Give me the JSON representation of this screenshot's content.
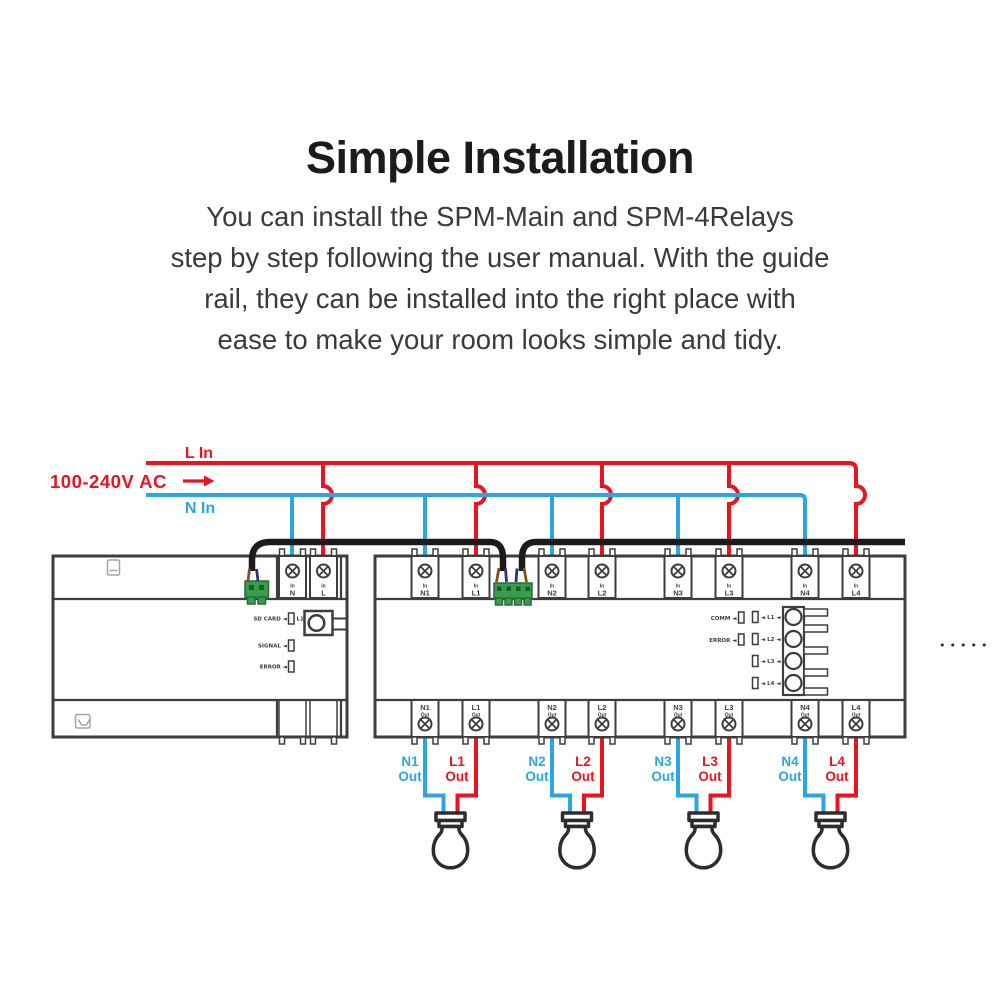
{
  "title": "Simple Installation",
  "subtitle_lines": [
    "You can install the SPM-Main and SPM-4Relays",
    "step by step following the user manual. With the guide",
    "rail, they can be installed into the right place with",
    "ease to make your room looks simple and tidy."
  ],
  "power": {
    "l_in": "L In",
    "voltage": "100-240V AC",
    "n_in": "N In"
  },
  "colors": {
    "live": "#e8141f",
    "neutral": "#2ba6e0",
    "cable": "#1b1b1b",
    "device": "#3d3d3d",
    "connector": "#3a9c4c"
  },
  "spm_main": {
    "terminals_in": [
      {
        "top": "In",
        "name": "N"
      },
      {
        "top": "In",
        "name": "L"
      }
    ],
    "indicators": {
      "sd_card": "SD CARD ◄",
      "l1": "L1 ◄",
      "signal": "SIGNAL ◄",
      "error": "ERROR ◄"
    }
  },
  "spm_relays": {
    "terminals_in": [
      {
        "top": "In",
        "name": "N1"
      },
      {
        "top": "In",
        "name": "L1"
      },
      {
        "top": "In",
        "name": "N2"
      },
      {
        "top": "In",
        "name": "L2"
      },
      {
        "top": "In",
        "name": "N3"
      },
      {
        "top": "In",
        "name": "L3"
      },
      {
        "top": "In",
        "name": "N4"
      },
      {
        "top": "In",
        "name": "L4"
      }
    ],
    "indicators": {
      "comm": "COMM ◄",
      "error": "ERROR ◄"
    },
    "relay_rows": [
      "◄ L1 ◄",
      "◄ L2 ◄",
      "◄ L3 ◄",
      "◄ L4 ◄"
    ],
    "terminals_out": [
      {
        "name": "N1",
        "sub": "Out"
      },
      {
        "name": "L1",
        "sub": "Out"
      },
      {
        "name": "N2",
        "sub": "Out"
      },
      {
        "name": "L2",
        "sub": "Out"
      },
      {
        "name": "N3",
        "sub": "Out"
      },
      {
        "name": "L3",
        "sub": "Out"
      },
      {
        "name": "N4",
        "sub": "Out"
      },
      {
        "name": "L4",
        "sub": "Out"
      }
    ]
  },
  "out_labels": [
    {
      "line1": "N1",
      "line2": "Out"
    },
    {
      "line1": "L1",
      "line2": "Out"
    },
    {
      "line1": "N2",
      "line2": "Out"
    },
    {
      "line1": "L2",
      "line2": "Out"
    },
    {
      "line1": "N3",
      "line2": "Out"
    },
    {
      "line1": "L3",
      "line2": "Out"
    },
    {
      "line1": "N4",
      "line2": "Out"
    },
    {
      "line1": "L4",
      "line2": "Out"
    }
  ],
  "ellipsis": "•••••"
}
